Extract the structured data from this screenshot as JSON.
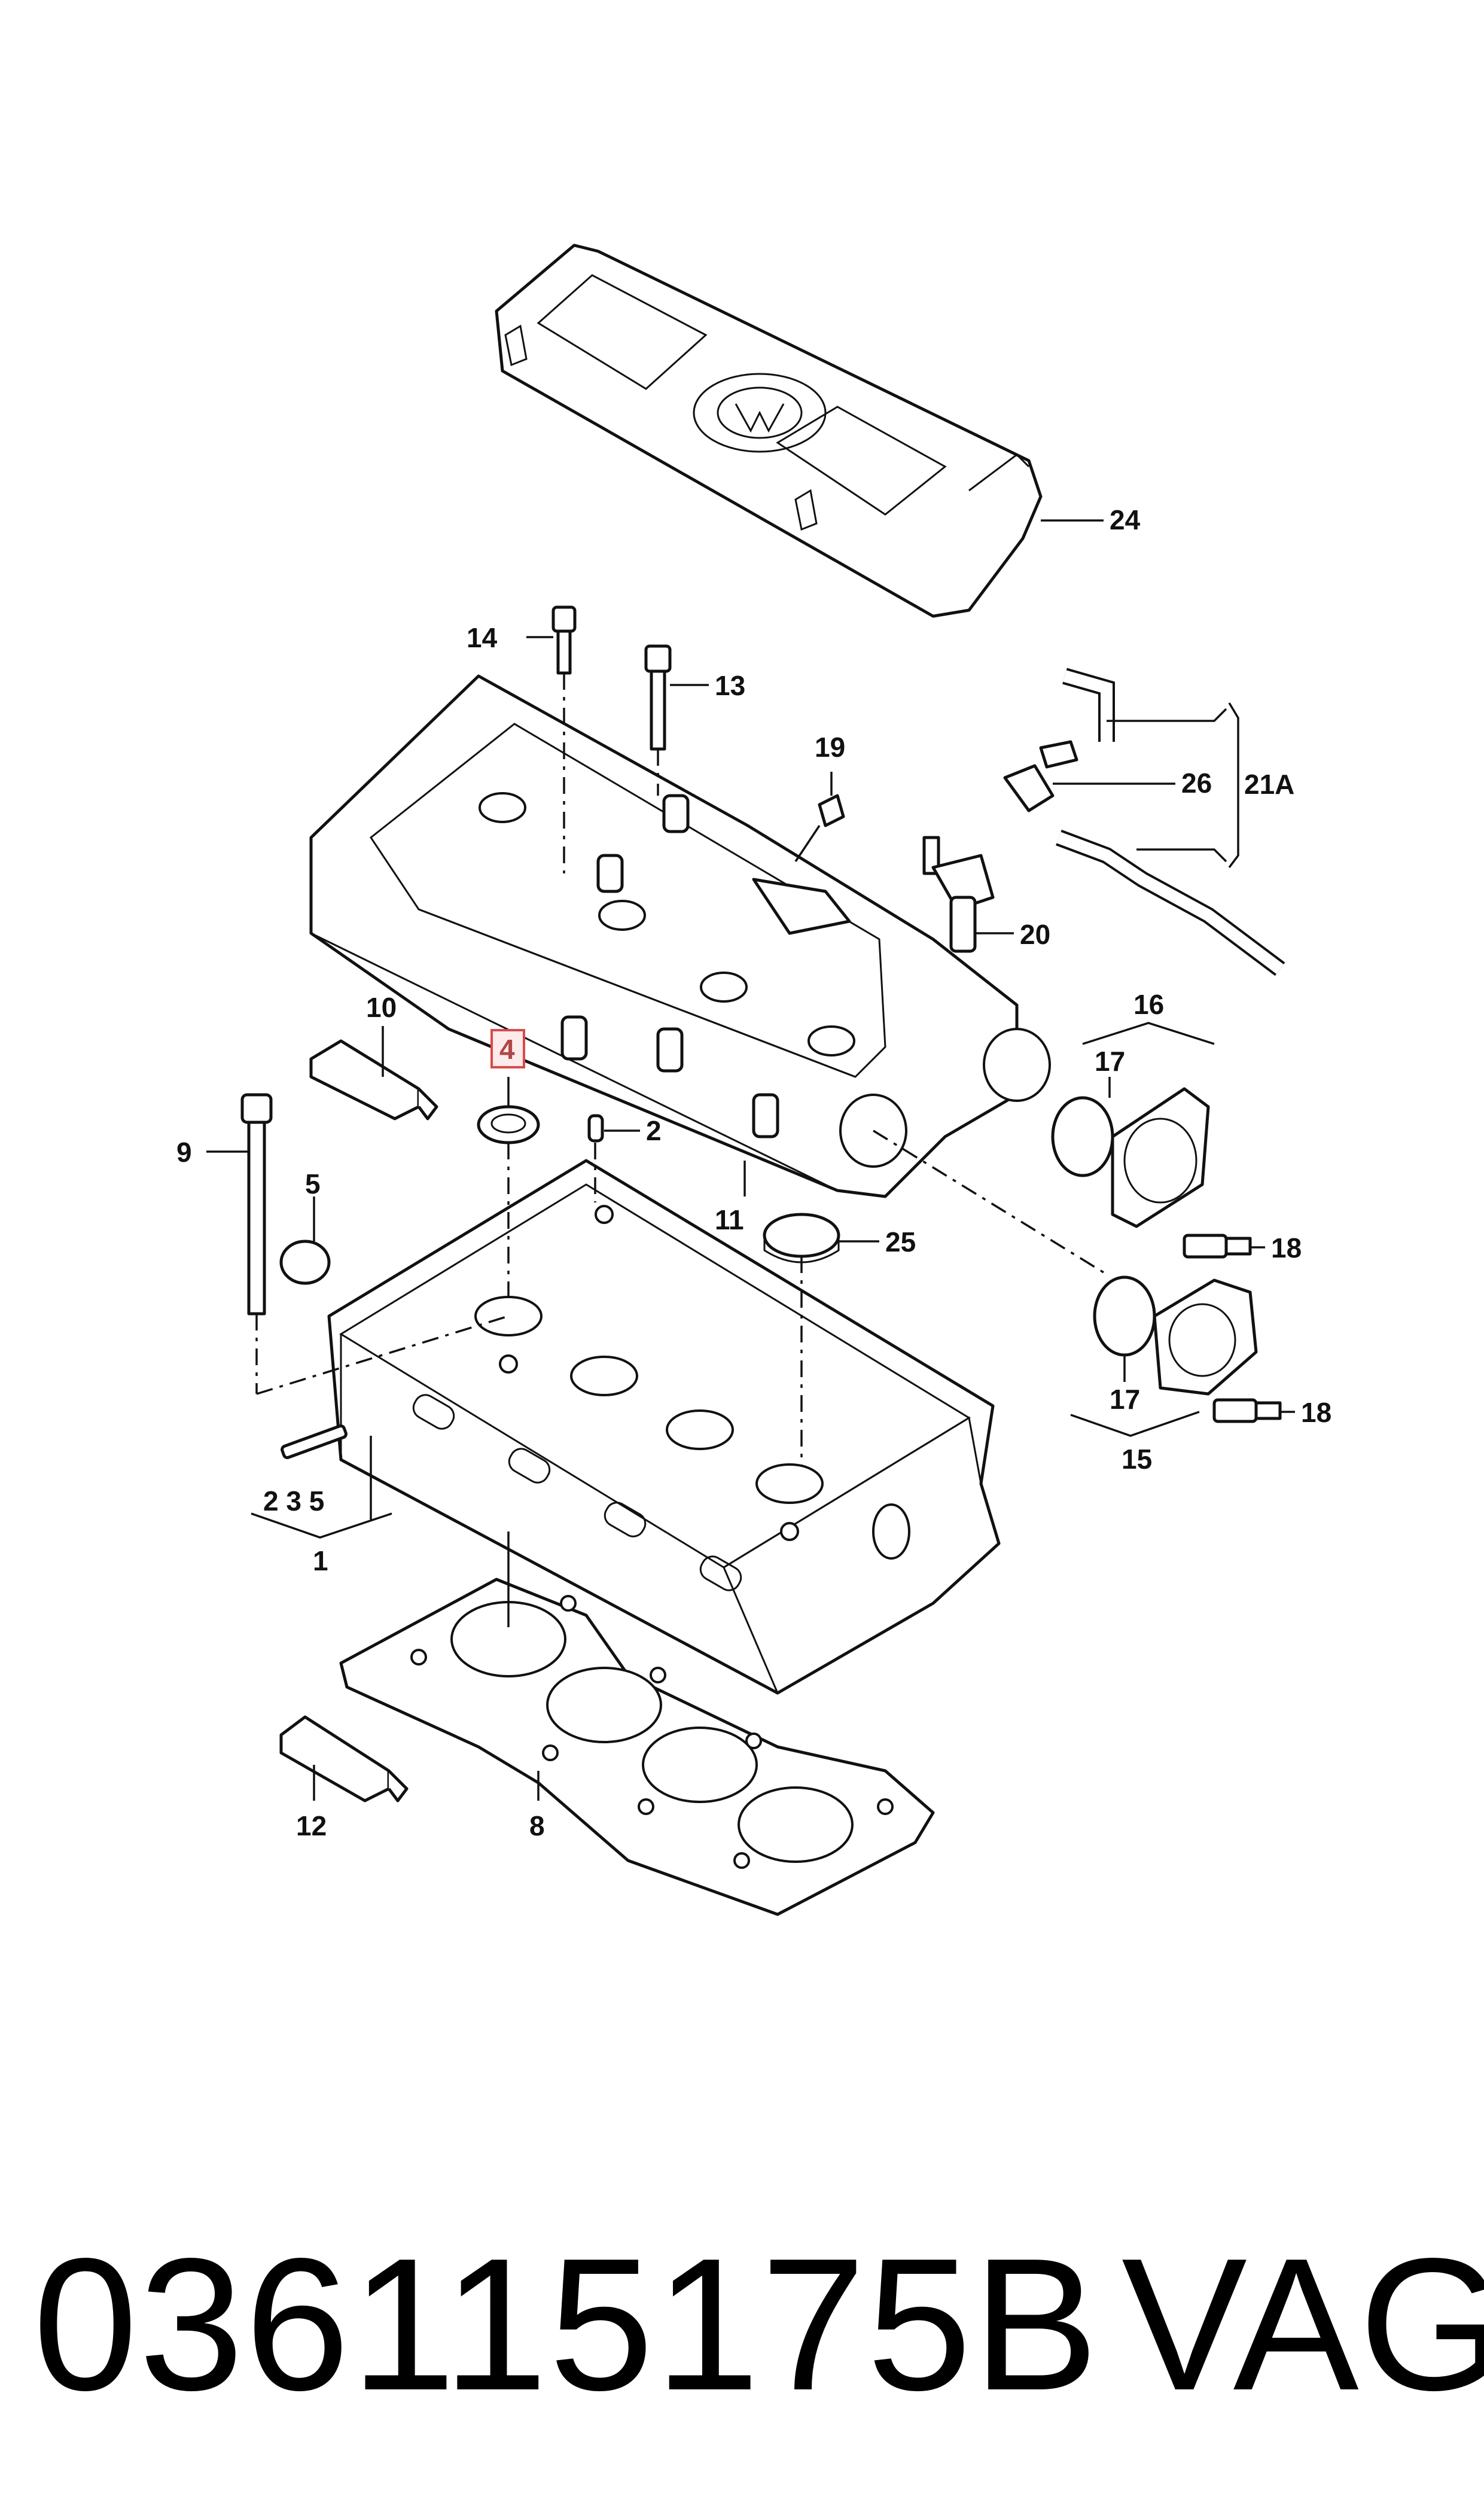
{
  "diagram": {
    "callouts": {
      "c1": "1",
      "c2": "2",
      "c3": "2 3 5",
      "c4": "4",
      "c5": "5",
      "c8": "8",
      "c9": "9",
      "c10": "10",
      "c11": "11",
      "c12": "12",
      "c13": "13",
      "c14": "14",
      "c15": "15",
      "c16": "16",
      "c17a": "17",
      "c17b": "17",
      "c18a": "18",
      "c18b": "18",
      "c19": "19",
      "c20": "20",
      "c21a": "21A",
      "c24": "24",
      "c25": "25",
      "c26": "26"
    },
    "highlighted_callout": "4",
    "highlight_color": "#d94a4a"
  },
  "footer": {
    "part_number": "036115175B",
    "brand": "VAG"
  }
}
